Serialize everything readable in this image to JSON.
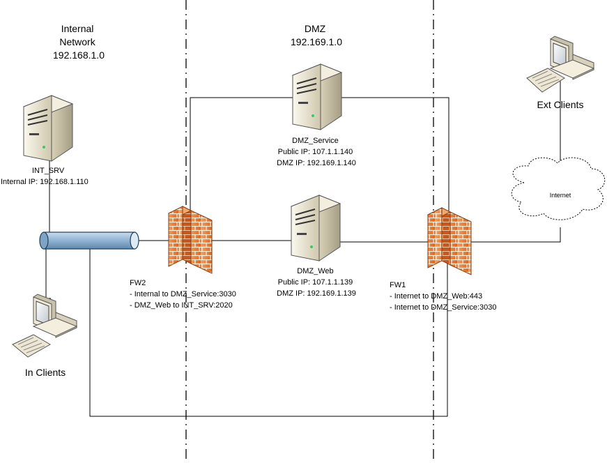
{
  "zones": {
    "internal": [
      "Internal",
      "Network",
      "192.168.1.0"
    ],
    "dmz": [
      "DMZ",
      "192.169.1.0"
    ]
  },
  "nodes": {
    "dmz_service": [
      "DMZ_Service",
      "Public IP: 107.1.1.140",
      "DMZ IP: 192.169.1.140"
    ],
    "int_srv": [
      "INT_SRV",
      "Internal IP: 192.168.1.110"
    ],
    "dmz_web": [
      "DMZ_Web",
      "Public IP: 107.1.1.139",
      "DMZ IP: 192.169.1.139"
    ],
    "fw2": [
      "FW2",
      "- Internal to DMZ_Service:3030",
      "- DMZ_Web to INT_SRV:2020"
    ],
    "fw1": [
      "FW1",
      "- Internet to DMZ_Web:443",
      "- Internet to DMZ_Service:3030"
    ],
    "ext_clients": [
      "Ext Clients"
    ],
    "in_clients": [
      "In Clients"
    ],
    "internet": [
      "Internet"
    ]
  },
  "colors": {
    "firewall": "#f07a28",
    "firewall_dark": "#b44a10",
    "bus": "#8fb3d3",
    "server_body": "#ece6d2"
  },
  "icons": {
    "server": "server-tower-icon",
    "firewall": "firewall-brick-icon",
    "workstation": "workstation-computer-icon",
    "cloud": "cloud-icon",
    "bus": "network-bus-icon"
  }
}
